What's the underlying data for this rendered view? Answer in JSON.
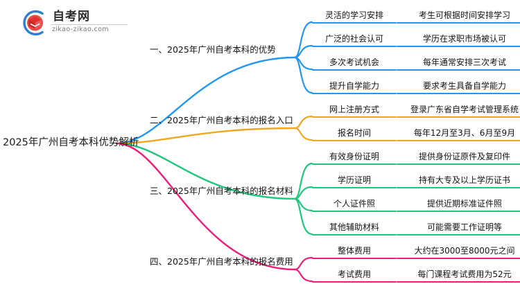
{
  "logo": {
    "brand_cn": "自考网",
    "url": "zikao-zikao.com",
    "mark_icon": "book-in-circle-icon",
    "arc_color": "#2f7fd1",
    "book_color": "#e0312f"
  },
  "mindmap": {
    "root": {
      "label": "2025年广州自考本科优势解析"
    },
    "branches": [
      {
        "label": "一、2025年广州自考本科的优势",
        "color": "#2196f3",
        "items": [
          {
            "key": "灵活的学习安排",
            "value": "考生可根据时间安排学习"
          },
          {
            "key": "广泛的社会认可",
            "value": "学历在求职市场被认可"
          },
          {
            "key": "多次考试机会",
            "value": "每年通常安排三次考试"
          },
          {
            "key": "提升自学能力",
            "value": "要求考生具备自学能力"
          }
        ]
      },
      {
        "label": "二、2025年广州自考本科的报名入口",
        "color": "#f0a71e",
        "items": [
          {
            "key": "网上注册方式",
            "value": "登录广东省自学考试管理系统"
          },
          {
            "key": "报名时间",
            "value": "每年12月至3月、6月至9月"
          }
        ]
      },
      {
        "label": "三、2025年广州自考本科的报名材料",
        "color": "#1ec77b",
        "items": [
          {
            "key": "有效身份证明",
            "value": "提供身份证原件及复印件"
          },
          {
            "key": "学历证明",
            "value": "持有大专及以上学历证书"
          },
          {
            "key": "个人证件照",
            "value": "提供近期标准证件照"
          },
          {
            "key": "其他辅助材料",
            "value": "可能需要工作证明等"
          }
        ]
      },
      {
        "label": "四、2025年广州自考本科的报名费用",
        "color": "#ec1e79",
        "items": [
          {
            "key": "整体费用",
            "value": "大约在3000至8000元之间"
          },
          {
            "key": "考试费用",
            "value": "每门课程考试费用为52元"
          }
        ]
      }
    ]
  }
}
